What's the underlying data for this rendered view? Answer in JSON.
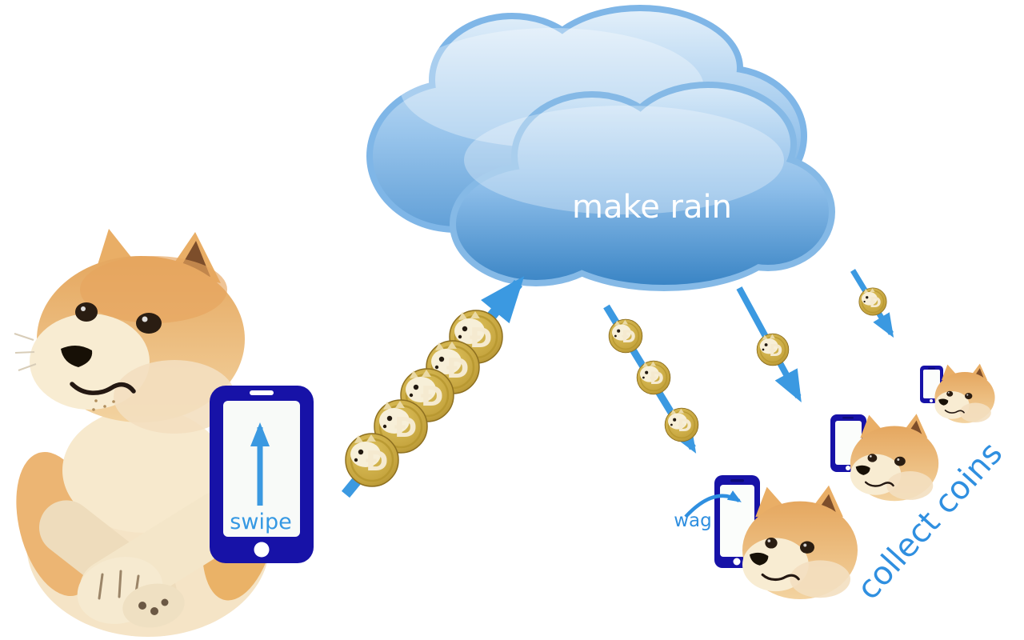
{
  "scene": {
    "cloud_label": "make rain",
    "phone_label": "swipe",
    "wag_label": "wag",
    "collect_label": "collect coins",
    "coin_symbol": "Đ"
  },
  "counts": {
    "rising_coins": 5,
    "falling_streams": [
      3,
      1,
      1
    ],
    "receiver_phones": 3,
    "receiver_doges": 3
  },
  "colors": {
    "background": "#ffffff",
    "arrow_blue": "#3b99e1",
    "label_blue": "#2f8fe0",
    "phone_navy": "#1712a7",
    "cloud_border": "#7fb6e7",
    "cloud_deep": "#3a85c8",
    "cloud_light": "#e8f3fc",
    "coin_gold": "#c6a53f",
    "coin_cream": "#f7efd8",
    "doge_fur": "#e9ae66",
    "doge_cream": "#f8ecd2",
    "make_rain_text": "#ffffff"
  }
}
